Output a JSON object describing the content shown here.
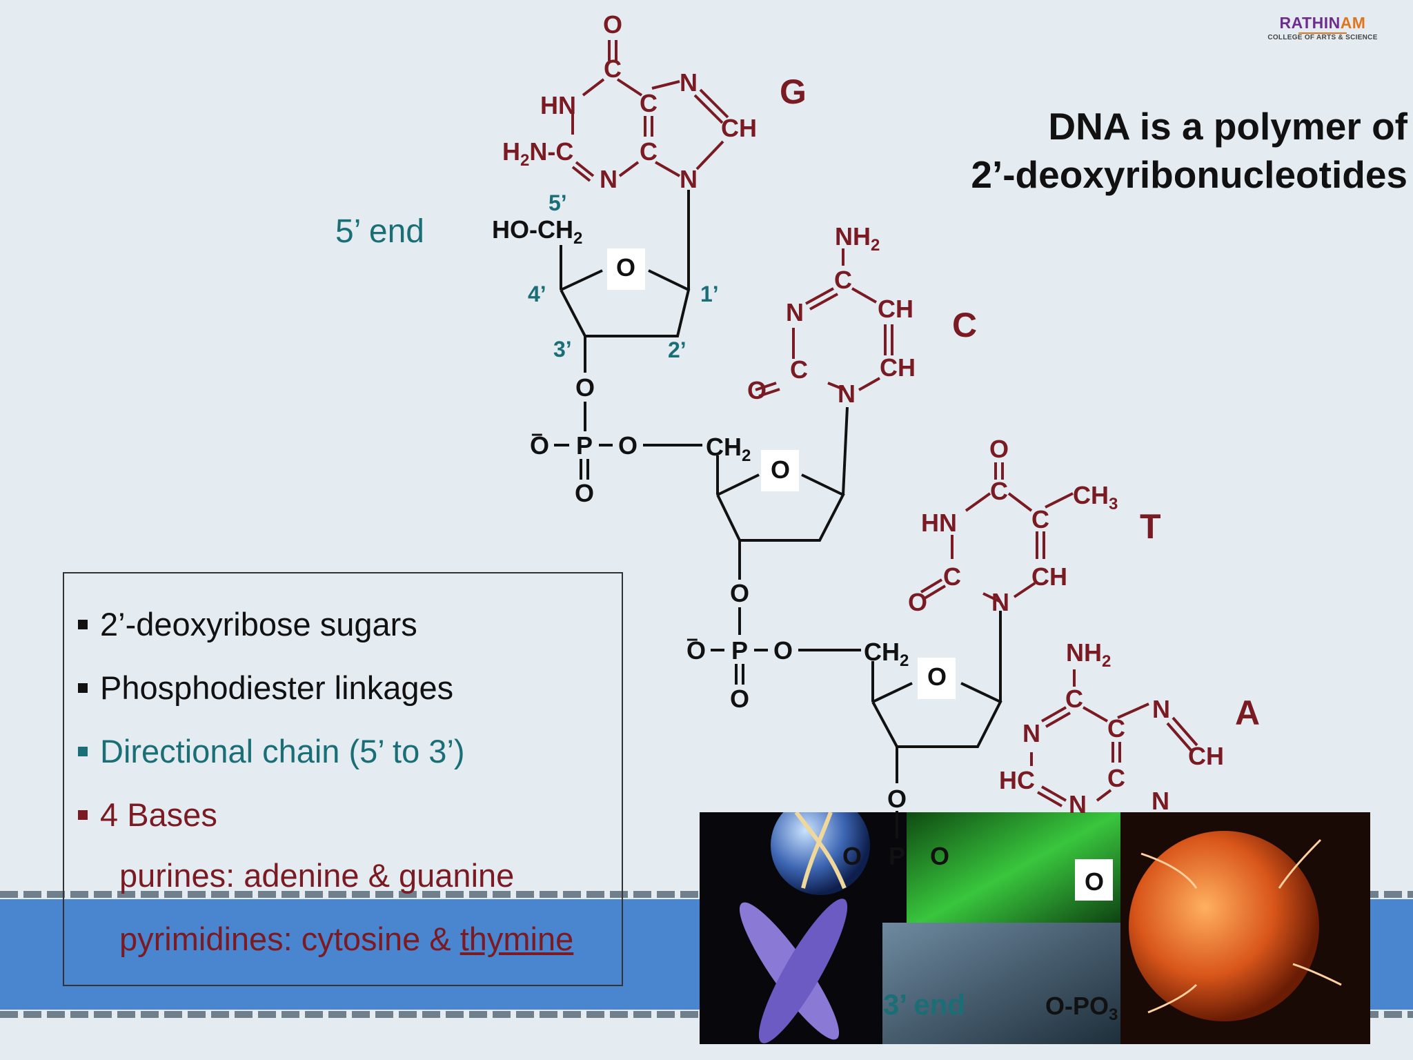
{
  "logo": {
    "name_a": "RATHIN",
    "name_b": "AM",
    "subtitle": "COLLEGE OF ARTS & SCIENCE"
  },
  "title": {
    "line1": "DNA is a polymer of",
    "line2": "2’-deoxyribonucleotides"
  },
  "five_prime_end": "5’ end",
  "bullets": [
    {
      "text": "2’-deoxyribose sugars",
      "color": "#111111"
    },
    {
      "text": "Phosphodiester linkages",
      "color": "#111111"
    },
    {
      "text": "Directional chain (5’ to 3’)",
      "color": "#1a6e76"
    },
    {
      "text": "4 Bases",
      "color": "#7a1a22"
    }
  ],
  "purines_line": "purines: adenine & guanine",
  "pyrimidines_prefix": "pyrimidines: cytosine & ",
  "pyrimidines_last": "thymine",
  "base_letters": {
    "g": "G",
    "c": "C",
    "t": "T",
    "a": "A"
  },
  "carbon_numbers": {
    "c5": "5’",
    "c4": "4’",
    "c3": "3’",
    "c2": "2’",
    "c1": "1’"
  },
  "chem": {
    "o": "O",
    "n": "N",
    "c": "C",
    "ch": "CH",
    "hn": "HN",
    "hc": "HC",
    "nh2": "NH",
    "sub2": "2",
    "sub3": "3",
    "ch2": "CH",
    "ch3": "CH",
    "h2n": "H",
    "h2n_tail": "N-C",
    "ho_ch2": "HO-CH",
    "o_minus": "O",
    "minus": "–",
    "p": "P",
    "o_po3": "O-PO",
    "three_prime_end": "3’ end"
  },
  "colors": {
    "base": "#7a1a22",
    "teal": "#1a6e76",
    "band": "#4a86d0",
    "background": "#e4ecf2"
  }
}
